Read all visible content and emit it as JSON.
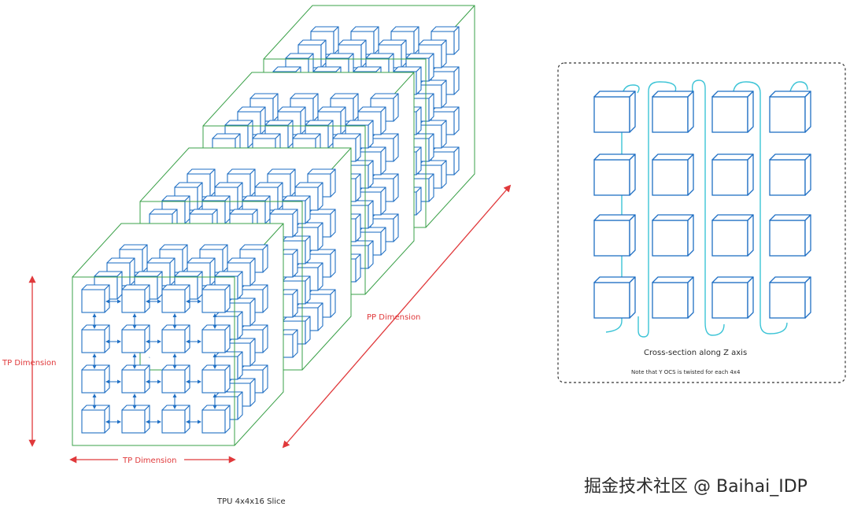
{
  "diagram": {
    "bottom_caption": "TPU 4x4x16 Slice",
    "pp_label": "PP Dimension",
    "tp_vertical_label": "TP Dimension",
    "tp_horizontal_label": "TP Dimension"
  },
  "cross_section": {
    "title": "Cross-section along Z axis",
    "note": "Note that Y OCS is twisted for each 4x4"
  },
  "watermark": "掘金技术社区 @ Baihai_IDP",
  "colors": {
    "cube": "#1f6fc4",
    "frame": "#3aa048",
    "arrow_red": "#e0393b",
    "twist": "#3cc4d6",
    "text": "#2b2b2b"
  }
}
